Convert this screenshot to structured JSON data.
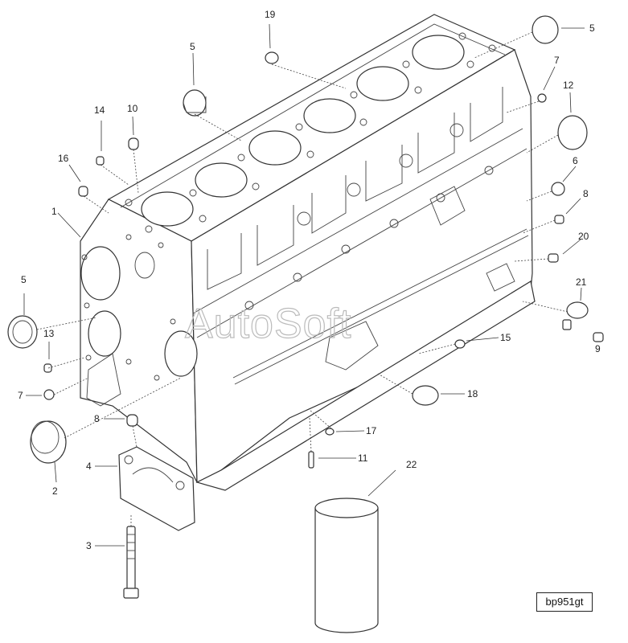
{
  "diagram": {
    "watermark": "AutoSoft",
    "reference_code": "bp951gt",
    "callouts": [
      {
        "id": "c1",
        "label": "1"
      },
      {
        "id": "c2",
        "label": "2"
      },
      {
        "id": "c3",
        "label": "3"
      },
      {
        "id": "c4",
        "label": "4"
      },
      {
        "id": "c5a",
        "label": "5"
      },
      {
        "id": "c5b",
        "label": "5"
      },
      {
        "id": "c5c",
        "label": "5"
      },
      {
        "id": "c6",
        "label": "6"
      },
      {
        "id": "c7a",
        "label": "7"
      },
      {
        "id": "c7b",
        "label": "7"
      },
      {
        "id": "c8a",
        "label": "8"
      },
      {
        "id": "c8b",
        "label": "8"
      },
      {
        "id": "c9",
        "label": "9"
      },
      {
        "id": "c10",
        "label": "10"
      },
      {
        "id": "c11",
        "label": "11"
      },
      {
        "id": "c12",
        "label": "12"
      },
      {
        "id": "c13",
        "label": "13"
      },
      {
        "id": "c14",
        "label": "14"
      },
      {
        "id": "c15",
        "label": "15"
      },
      {
        "id": "c16",
        "label": "16"
      },
      {
        "id": "c17",
        "label": "17"
      },
      {
        "id": "c18",
        "label": "18"
      },
      {
        "id": "c19",
        "label": "19"
      },
      {
        "id": "c20",
        "label": "20"
      },
      {
        "id": "c21",
        "label": "21"
      },
      {
        "id": "c22",
        "label": "22"
      }
    ]
  }
}
